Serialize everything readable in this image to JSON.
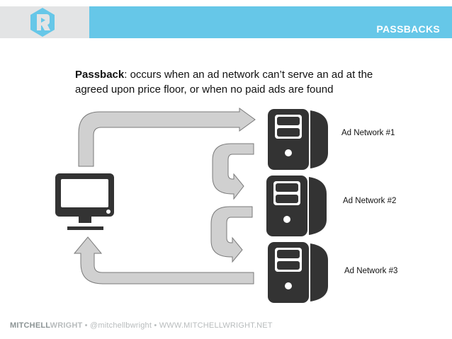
{
  "header": {
    "title": "PASSBACKS",
    "logo": "hexagon-r-logo-icon",
    "accent_color": "#66c7e8",
    "left_panel_color": "#e3e4e5"
  },
  "definition": {
    "term": "Passback",
    "text": ": occurs when an ad network can’t serve an ad at the agreed upon price floor, or when no paid ads are found"
  },
  "diagram": {
    "client": {
      "icon": "monitor-icon"
    },
    "networks": [
      {
        "label": "Ad Network #1",
        "icon": "server-icon"
      },
      {
        "label": "Ad Network #2",
        "icon": "server-icon"
      },
      {
        "label": "Ad Network #3",
        "icon": "server-icon"
      }
    ],
    "flows": [
      {
        "from": "client",
        "to": "Ad Network #1",
        "icon": "arrow-icon"
      },
      {
        "from": "Ad Network #1",
        "to": "Ad Network #2",
        "icon": "arrow-icon"
      },
      {
        "from": "Ad Network #2",
        "to": "Ad Network #3",
        "icon": "arrow-icon"
      },
      {
        "from": "Ad Network #3",
        "to": "client",
        "icon": "arrow-icon"
      }
    ],
    "arrow_fill": "#d0d0d0",
    "arrow_stroke": "#7a7a7a",
    "icon_color": "#333333"
  },
  "footer": {
    "brand_part1": "MITCHELL",
    "brand_part2": "WRIGHT",
    "separator": " • ",
    "handle": "@mitchellbwright",
    "website": "WWW.MITCHELLWRIGHT.NET"
  }
}
